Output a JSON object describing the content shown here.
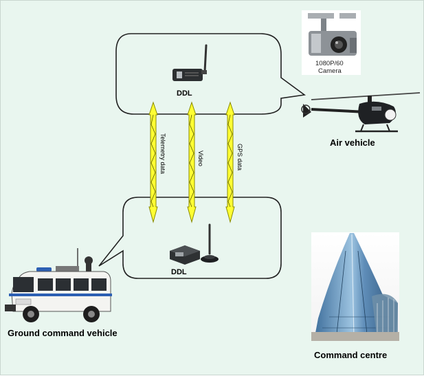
{
  "air": {
    "device_label": "DDL",
    "camera_line1": "1080P/60",
    "camera_line2": "Camera",
    "vehicle_label": "Air vehicle"
  },
  "ground": {
    "device_label": "DDL",
    "vehicle_label": "Ground command vehicle"
  },
  "links": {
    "telemetry": "Telemetry data",
    "video": "Video",
    "gps": "GPS data"
  },
  "command": {
    "label": "Command centre"
  },
  "colors": {
    "background": "#e9f6ef",
    "link_fill": "#ffff33",
    "link_stroke": "#8a8a00"
  }
}
